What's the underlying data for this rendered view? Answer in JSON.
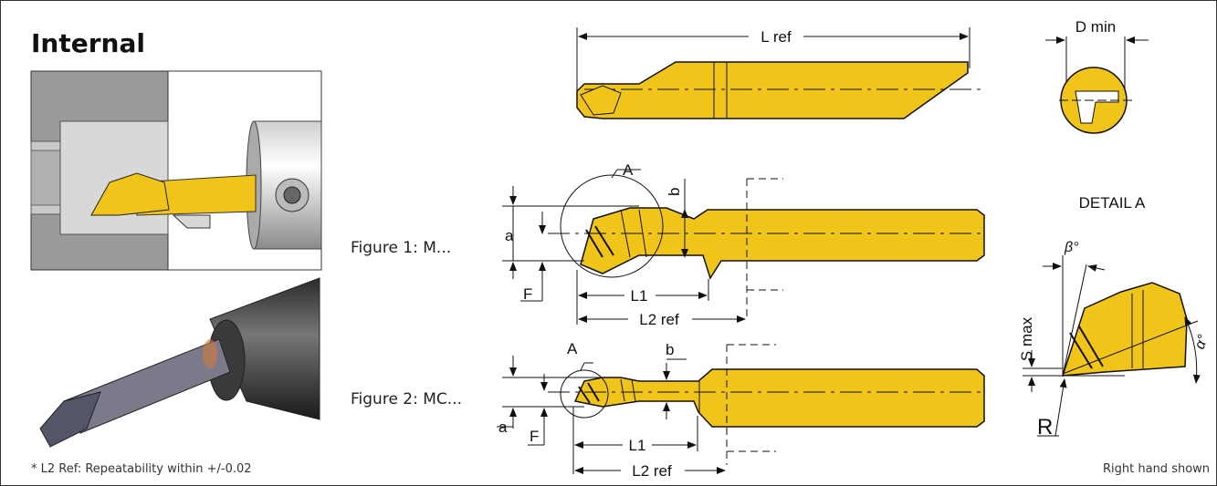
{
  "title": "Internal",
  "figure1_label": "Figure 1: M...",
  "figure2_label": "Figure 2: MC...",
  "footnote": "* L2 Ref: Repeatability within +/-0.02",
  "hand_note": "Right hand shown",
  "detail_title": "DETAIL A",
  "dims": {
    "l_ref": "L ref",
    "d_min": "D min",
    "a": "a",
    "b": "b",
    "f": "F",
    "l1": "L1",
    "l2_ref": "L2 ref",
    "detail_ref": "A",
    "s_max": "S max",
    "r": "R",
    "beta": "β°",
    "alpha": "α°"
  },
  "colors": {
    "tool": "#f0c419",
    "tool_edge": "#111111",
    "frame": "#333333"
  }
}
